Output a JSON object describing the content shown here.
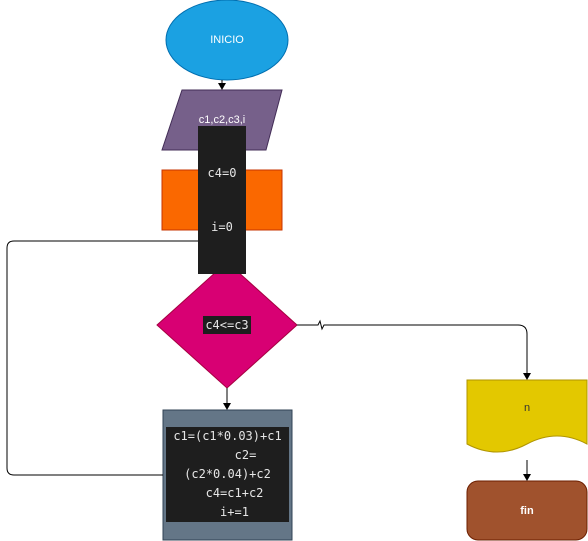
{
  "flowchart": {
    "start": {
      "label": "INICIO",
      "fill": "#1ba1e2",
      "text_color": "#ffffff"
    },
    "input": {
      "label": "c1,c2,c3,i",
      "fill": "#76608a",
      "text_color": "#ffffff"
    },
    "init": {
      "lines": [
        "c4=0",
        "i=0"
      ],
      "fill": "#fa6800"
    },
    "decision": {
      "label": "c4<=c3",
      "fill": "#d80073"
    },
    "loop_body": {
      "lines": [
        "c1=(c1*0.03)+c1",
        "c2=",
        "(c2*0.04)+c2",
        "c4=c1+c2",
        "i+=1"
      ],
      "fill": "#647687"
    },
    "output": {
      "label": "n",
      "fill": "#e3c800",
      "text_color": "#333333"
    },
    "end": {
      "label": "fin",
      "fill": "#a0522d",
      "text_color": "#ffffff"
    },
    "connector_color": "#000000",
    "code_background": "#1e1e1e",
    "code_text_color": "#e6e6e6"
  }
}
